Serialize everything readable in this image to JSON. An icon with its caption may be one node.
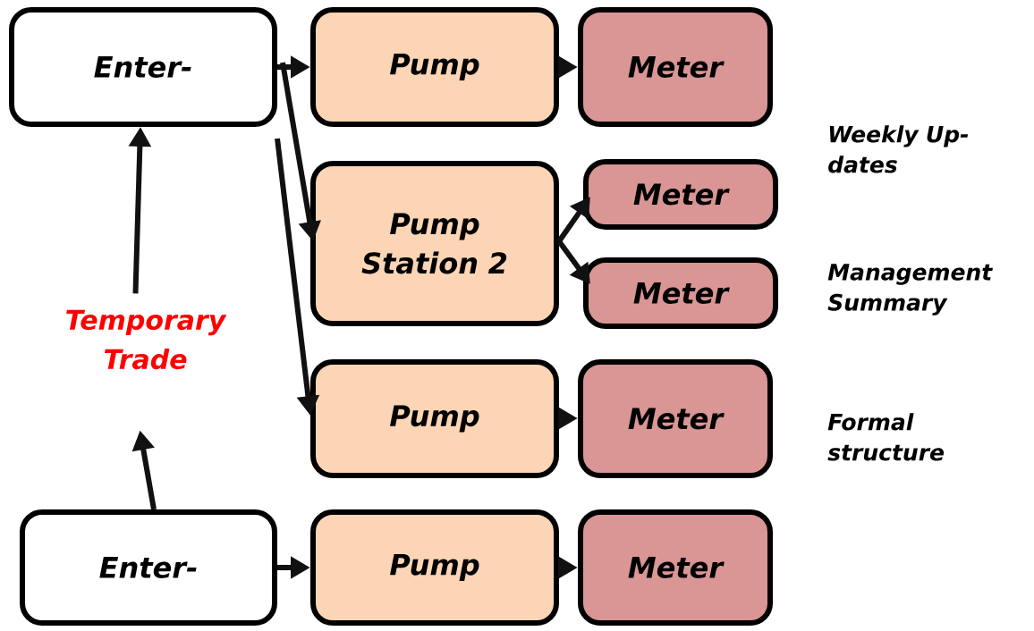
{
  "diagram": {
    "nodes": [
      {
        "text": [
          "Enter-"
        ]
      },
      {
        "text": [
          "Pump"
        ]
      },
      {
        "text": [
          "Meter"
        ]
      },
      {
        "text": [
          "Pump Station 2"
        ]
      },
      {
        "text": [
          "Meter"
        ]
      },
      {
        "text": [
          "Meter"
        ]
      },
      {
        "text": [
          "Temporary Trade"
        ]
      },
      {
        "text": [
          "Pump"
        ]
      },
      {
        "text": [
          "Meter"
        ]
      },
      {
        "text": [
          "Enter-"
        ]
      },
      {
        "text": [
          "Pump"
        ]
      },
      {
        "text": [
          "Meter"
        ]
      }
    ],
    "edges": [
      {
        "from": 0,
        "to": 1,
        "arrow": "to"
      },
      {
        "from": 1,
        "to": 2,
        "arrow": "to"
      },
      {
        "from": 0,
        "to": 3,
        "arrow": "to"
      },
      {
        "from": 0,
        "to": 7,
        "arrow": "to"
      },
      {
        "from": 3,
        "to": 4,
        "arrow": "to"
      },
      {
        "from": 3,
        "to": 5,
        "arrow": "to"
      },
      {
        "from": 7,
        "to": 8,
        "arrow": "to"
      },
      {
        "from": 6,
        "to": 0,
        "arrow": "to"
      },
      {
        "from": 9,
        "to": 6,
        "arrow": "to"
      },
      {
        "from": 9,
        "to": 10,
        "arrow": "to"
      },
      {
        "from": 10,
        "to": 11,
        "arrow": "to"
      }
    ],
    "labels": [
      "Weekly Up-dates",
      "Management Summary",
      "Formal structure"
    ]
  }
}
